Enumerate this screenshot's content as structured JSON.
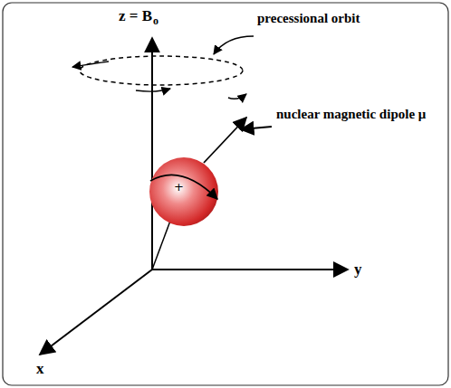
{
  "diagram": {
    "labels": [
      "z = B",
      "o",
      "precessional orbit",
      "nuclear magnetic dipole μ",
      "y",
      "x",
      "+"
    ]
  }
}
